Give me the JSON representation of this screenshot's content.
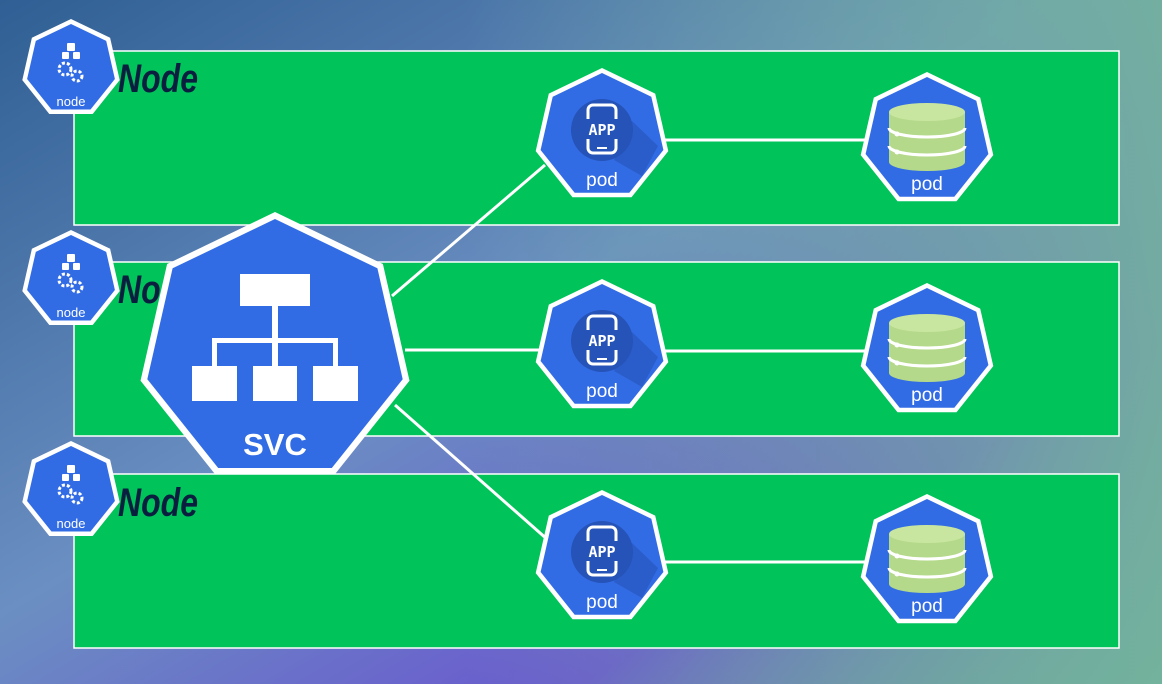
{
  "colors": {
    "node_fill": "#00c35a",
    "k8s_blue": "#326ce5",
    "db_fill": "#b5d98a",
    "link": "#ffffff"
  },
  "nodes": [
    {
      "label": "Node",
      "badge": "node",
      "app_pod": "pod",
      "db_pod": "pod"
    },
    {
      "label": "Node",
      "badge": "node",
      "app_pod": "pod",
      "db_pod": "pod"
    },
    {
      "label": "Node",
      "badge": "node",
      "app_pod": "pod",
      "db_pod": "pod"
    }
  ],
  "app_icon_text": "APP",
  "service": {
    "label": "SVC",
    "icon": "sitemap-icon"
  }
}
